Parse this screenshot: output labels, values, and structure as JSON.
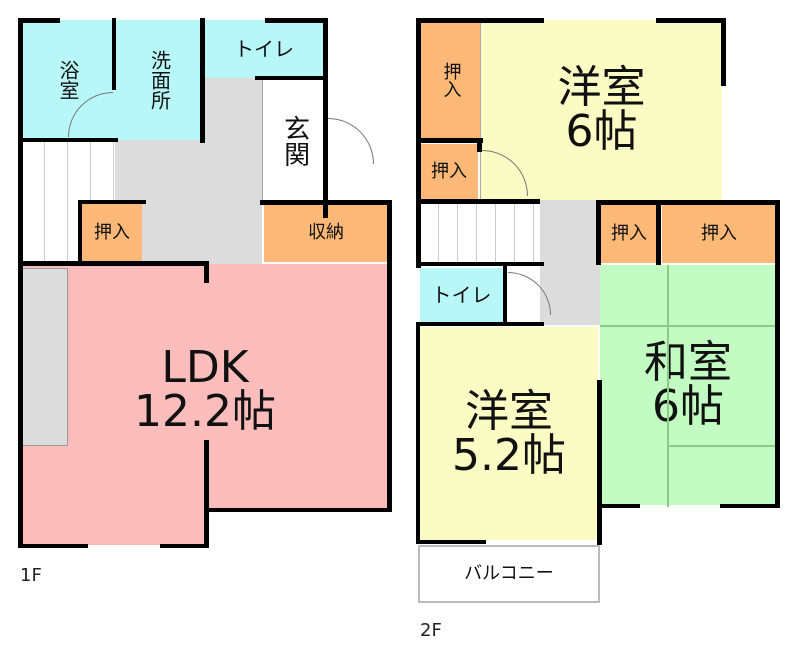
{
  "floor1": {
    "label": "1F",
    "rooms": {
      "bath": "浴室",
      "washroom": "洗面所",
      "toilet": "トイレ",
      "entrance": "玄関",
      "closet": "押入",
      "storage": "収納",
      "ldk_name": "LDK",
      "ldk_size": "12.2帖"
    }
  },
  "floor2": {
    "label": "2F",
    "rooms": {
      "closet_a": "押入",
      "closet_b": "押入",
      "western6_name": "洋室",
      "western6_size": "6帖",
      "closet_c": "押入",
      "closet_d": "押入",
      "toilet": "トイレ",
      "western52_name": "洋室",
      "western52_size": "5.2帖",
      "japanese_name": "和室",
      "japanese_size": "6帖",
      "balcony": "バルコニー"
    }
  },
  "colors": {
    "wet": "#b8f7f7",
    "storage": "#fbb877",
    "ldk": "#fbbcbc",
    "western": "#fbfbc4",
    "japanese": "#c2fcc2",
    "hall": "#dcdcdc"
  }
}
